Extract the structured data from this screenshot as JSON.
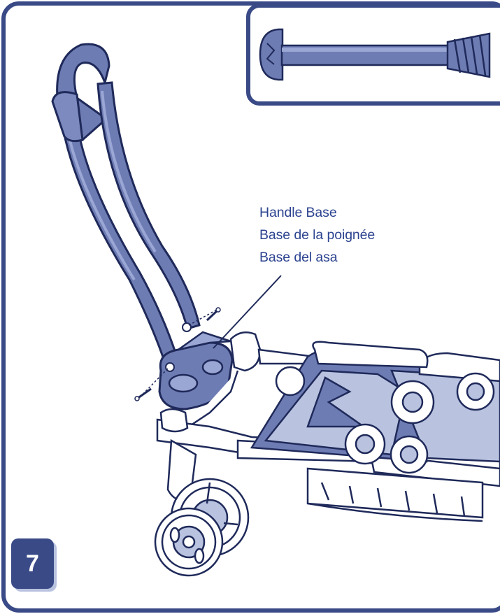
{
  "step": {
    "number": "7"
  },
  "callout": {
    "line_en": "Handle Base",
    "line_fr": "Base de la poignée",
    "line_es": "Base del asa"
  },
  "colors": {
    "frame": "#3a4a87",
    "part_fill": "#6e7cb4",
    "part_light": "#b9c3e0",
    "label": "#2c4390"
  },
  "icons": {
    "screw_detail": "screw-icon",
    "stroller": "stroller-illustration"
  }
}
